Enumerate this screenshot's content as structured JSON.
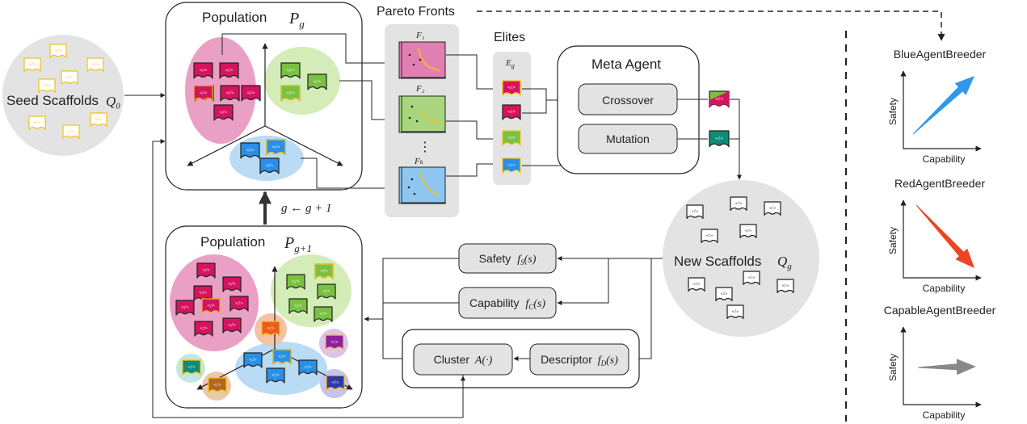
{
  "seed": {
    "label": "Seed Scaffolds",
    "symbol": "Q₀"
  },
  "population_top": {
    "title": "Population",
    "symbol": "P",
    "subscript": "g"
  },
  "population_bottom": {
    "title": "Population",
    "symbol": "P",
    "subscript": "g+1"
  },
  "generation_update": "g ← g + 1",
  "pareto": {
    "title": "Pareto Fronts",
    "fronts": [
      "F₁",
      "F₂",
      "Fₖ"
    ],
    "ellipsis": "⋮"
  },
  "elites": {
    "title": "Elites",
    "symbol": "E",
    "subscript": "g"
  },
  "meta_agent": {
    "title": "Meta Agent",
    "crossover": "Crossover",
    "mutation": "Mutation"
  },
  "new_scaffolds": {
    "label": "New Scaffolds",
    "symbol": "Q",
    "subscript": "g"
  },
  "evaluators": {
    "safety": {
      "label": "Safety",
      "fn": "f",
      "sub": "S",
      "arg": "(s)"
    },
    "capability": {
      "label": "Capability",
      "fn": "f",
      "sub": "C",
      "arg": "(s)"
    },
    "descriptor": {
      "label": "Descriptor",
      "fn": "f",
      "sub": "D",
      "arg": "(s)"
    },
    "cluster": {
      "label": "Cluster",
      "fn": "A(·)"
    }
  },
  "scaffold_icon_text": "</>",
  "breeders": [
    {
      "name": "BlueAgentBreeder",
      "y_label": "Safety",
      "x_label": "Capability",
      "color": "#2f98ea",
      "direction": "up-right"
    },
    {
      "name": "RedAgentBreeder",
      "y_label": "Safety",
      "x_label": "Capability",
      "color": "#ee4422",
      "direction": "down-right"
    },
    {
      "name": "CapableAgentBreeder",
      "y_label": "Safety",
      "x_label": "Capability",
      "color": "#888888",
      "direction": "right"
    }
  ],
  "colors": {
    "pink": "#e9a0c4",
    "pink_icon": "#d6135f",
    "green": "#d4ecb7",
    "green_icon": "#7ac142",
    "blue": "#b9dbf3",
    "blue_icon": "#2a8fe6",
    "yellow": "#f4c21c",
    "grey_panel": "#e3e3e3"
  }
}
